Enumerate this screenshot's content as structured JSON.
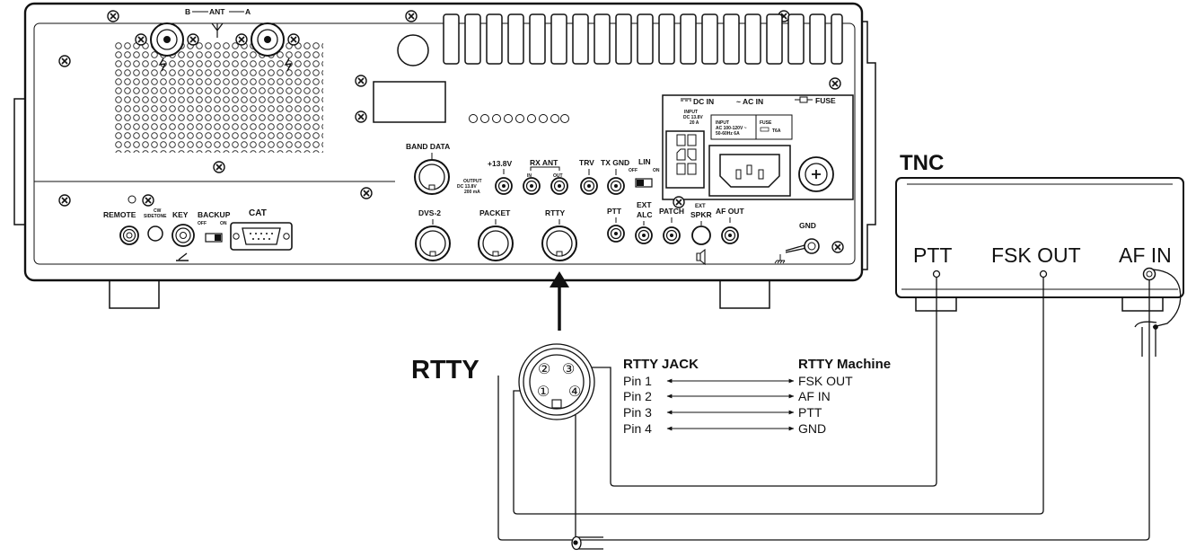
{
  "panel": {
    "ant_b": "B",
    "ant_label": "ANT",
    "ant_a": "A",
    "band_data": "BAND DATA",
    "v138": "+13.8V",
    "v138_output": "OUTPUT",
    "v138_dc": "DC 13.8V",
    "v138_ma": "200 mA",
    "rx_ant": "RX ANT",
    "rx_in": "IN",
    "rx_out": "OUT",
    "trv": "TRV",
    "tx_gnd": "TX GND",
    "lin": "LIN",
    "lin_off": "OFF",
    "lin_on": "ON",
    "dc_in": "DC IN",
    "dc_input": "INPUT",
    "dc_v": "DC 13.8V",
    "dc_a": "20 A",
    "ac_in": "~ AC IN",
    "ac_input": "INPUT",
    "ac_range": "AC 100-120V ~",
    "ac_hz": "50-60Hz 6A",
    "fuse": "FUSE",
    "fuse_small": "FUSE",
    "fuse_rating": "T6A",
    "remote": "REMOTE",
    "cw": "CW",
    "sidetone": "SIDETONE",
    "key": "KEY",
    "backup": "BACKUP",
    "backup_off": "OFF",
    "backup_on": "ON",
    "cat": "CAT",
    "dvs2": "DVS-2",
    "packet": "PACKET",
    "rtty": "RTTY",
    "ptt": "PTT",
    "ext_alc_1": "EXT",
    "ext_alc_2": "ALC",
    "patch": "PATCH",
    "ext_spkr_1": "EXT",
    "ext_spkr_2": "SPKR",
    "af_out": "AF OUT",
    "gnd": "GND"
  },
  "tnc": {
    "title": "TNC",
    "ptt": "PTT",
    "fsk_out": "FSK OUT",
    "af_in": "AF IN"
  },
  "rtty_plug": {
    "title": "RTTY",
    "pins": [
      "①",
      "②",
      "③",
      "④"
    ]
  },
  "pin_table": {
    "left_header": "RTTY JACK",
    "right_header": "RTTY Machine",
    "rows": [
      {
        "pin": "Pin 1",
        "signal": "FSK OUT"
      },
      {
        "pin": "Pin 2",
        "signal": "AF IN"
      },
      {
        "pin": "Pin 3",
        "signal": "PTT"
      },
      {
        "pin": "Pin 4",
        "signal": "GND"
      }
    ]
  }
}
